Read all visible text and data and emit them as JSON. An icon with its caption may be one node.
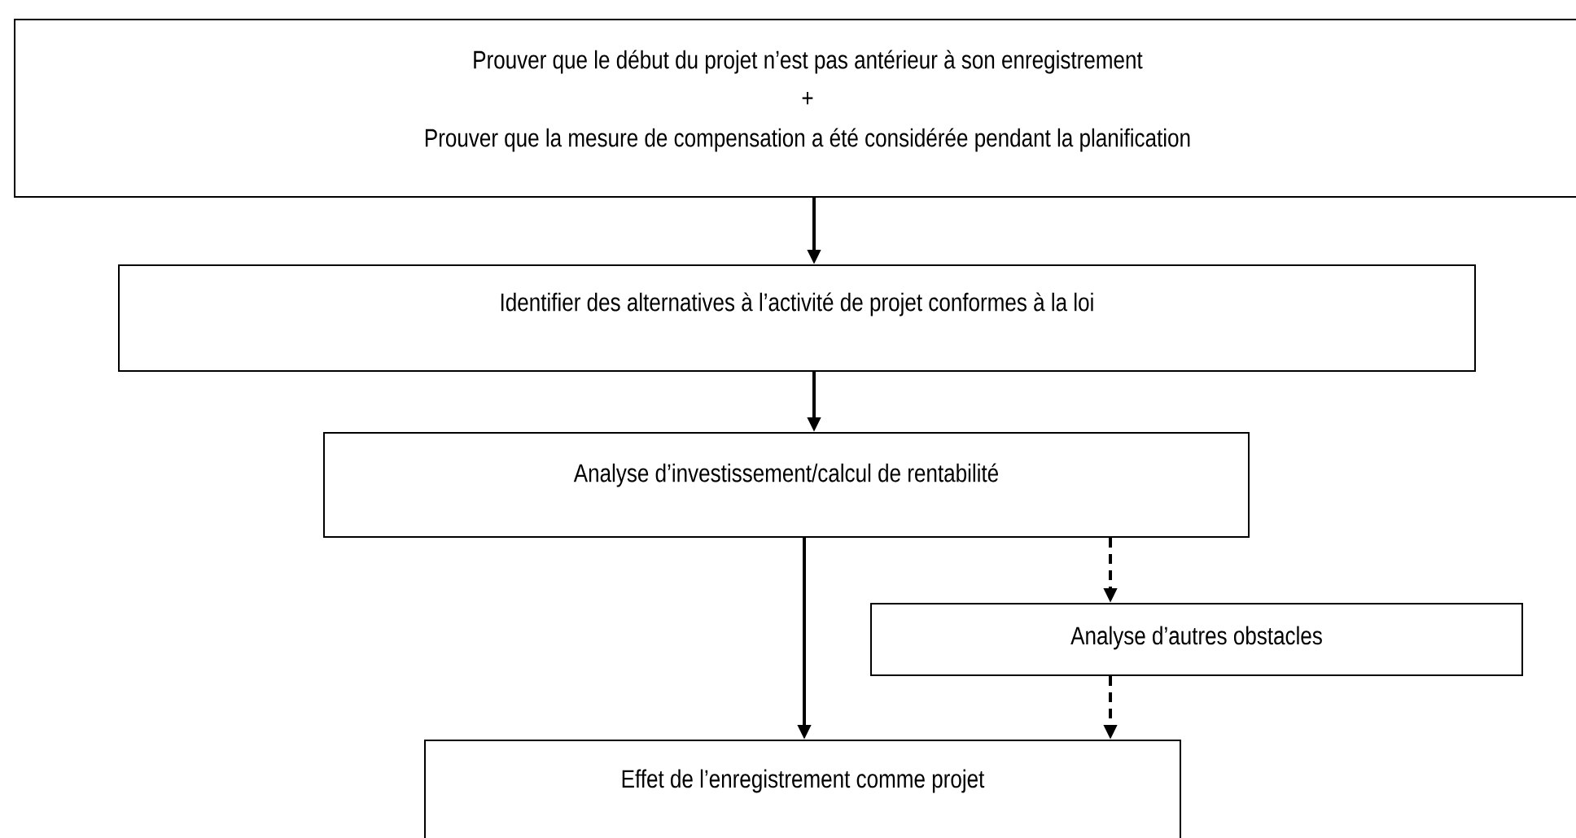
{
  "diagram": {
    "nodes": [
      {
        "text": [
          "Prouver que le début du projet n’est pas antérieur à son enregistrement",
          "+",
          "Prouver que la mesure de compensation a été considérée pendant la planification"
        ]
      },
      {
        "text": [
          "Identifier des alternatives à l’activité de projet conformes à la loi"
        ]
      },
      {
        "text": [
          "Analyse d’investissement/calcul de rentabilité"
        ]
      },
      {
        "text": [
          "Analyse d’autres obstacles"
        ]
      },
      {
        "text": [
          "Effet de l’enregistrement comme projet"
        ]
      }
    ],
    "edges": [
      {
        "from": 0,
        "to": 1,
        "arrow": "to"
      },
      {
        "from": 1,
        "to": 2,
        "arrow": "to"
      },
      {
        "from": 2,
        "to": 4,
        "arrow": "to"
      },
      {
        "from": 2,
        "to": 3,
        "arrow": "to",
        "style": "dashed"
      },
      {
        "from": 3,
        "to": 4,
        "arrow": "to",
        "style": "dashed"
      }
    ]
  }
}
